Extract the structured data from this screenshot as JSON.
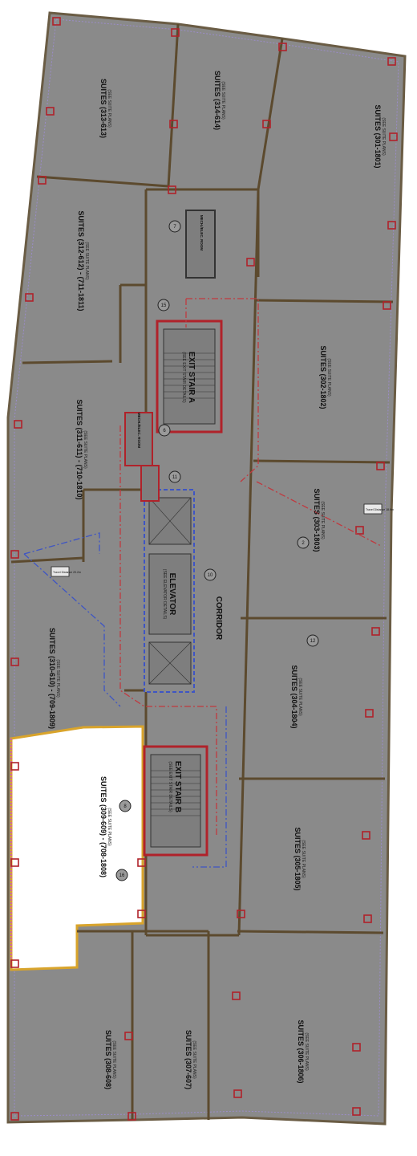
{
  "suites": [
    {
      "id": "314-614",
      "title": "SUITES (314-614)",
      "sub": "(SEE SUITE PLANS)"
    },
    {
      "id": "313-613",
      "title": "SUITES (313-613)",
      "sub": "(SEE SUITE PLANS)"
    },
    {
      "id": "301-1801",
      "title": "SUITES (301-1801)",
      "sub": "(SEE SUITE PLANS)"
    },
    {
      "id": "312-612",
      "title": "SUITES (312-612) - (711-1811)",
      "sub": "(SEE SUITE PLANS)"
    },
    {
      "id": "302-1802",
      "title": "SUITES (302-1802)",
      "sub": "(SEE SUITE PLANS)"
    },
    {
      "id": "311-611",
      "title": "SUITES (311-611) - (710-1810)",
      "sub": "(SEE SUITE PLANS)"
    },
    {
      "id": "303-1803",
      "title": "SUITES (303-1803)",
      "sub": "(SEE SUITE PLANS)"
    },
    {
      "id": "310-610",
      "title": "SUITES (310-610) - (709-1809)",
      "sub": "(SEE SUITE PLANS)"
    },
    {
      "id": "304-1804",
      "title": "SUITES (304-1804)",
      "sub": "(SEE SUITE PLANS)"
    },
    {
      "id": "309-609",
      "title": "SUITES (309-609) - (708-1808)",
      "sub": "(SEE SUITE PLANS)"
    },
    {
      "id": "305-1805",
      "title": "SUITES (305-1805)",
      "sub": "(SEE SUITE PLANS)"
    },
    {
      "id": "308-608",
      "title": "SUITES (308-608)",
      "sub": "(SEE SUITE PLANS)"
    },
    {
      "id": "307-607",
      "title": "SUITES (307-607)",
      "sub": "(SEE SUITE PLANS)"
    },
    {
      "id": "306-1806",
      "title": "SUITES (306-1806)",
      "sub": "(SEE SUITE PLANS)"
    }
  ],
  "core": {
    "stair_a": {
      "title": "EXIT STAIR A",
      "sub": "(SEE EXIT STAIR DETAILS)"
    },
    "stair_b": {
      "title": "EXIT STAIR B",
      "sub": "(SEE EXIT STAIR DETAILS)"
    },
    "elevator": {
      "title": "ELEVATOR",
      "sub": "(SEE ELEVATOR DETAILS)"
    },
    "corridor": "CORRIDOR",
    "mech_room_1": "MECH./ELEC. ROOM",
    "mech_room_2": "MECH./ELEC. ROOM"
  },
  "tags": [
    "7",
    "15",
    "6",
    "11",
    "10",
    "2",
    "12",
    "8",
    "16"
  ],
  "notes": [
    "Travel Distance 20.2m",
    "Travel Distance 18.9m"
  ],
  "colors": {
    "floor": "#8a8a8a",
    "wall": "#5c4a2e",
    "fire_separation": "#b0222a",
    "travel_path_red": "#c0393f",
    "travel_path_blue": "#3e55c4",
    "highlight_suite": "#d9a42b",
    "highlight_fill": "#ffffff"
  }
}
